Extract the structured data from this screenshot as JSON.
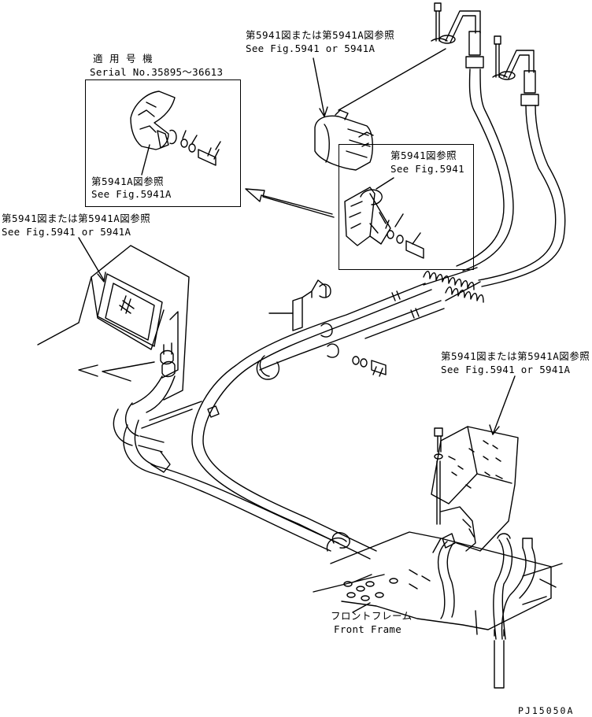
{
  "labels": {
    "top_ref_jp": "第5941図または第5941A図参照",
    "top_ref_en": "See Fig.5941 or 5941A",
    "serial_jp": "適 用 号 機",
    "serial_en": "Serial No.35895～36613",
    "inset_left_ref_jp": "第5941A図参照",
    "inset_left_ref_en": "See Fig.5941A",
    "inset_right_ref_jp": "第5941図参照",
    "inset_right_ref_en": "See Fig.5941",
    "left_ref_jp": "第5941図または第5941A図参照",
    "left_ref_en": "See Fig.5941 or 5941A",
    "right_ref_jp": "第5941図または第5941A図参照",
    "right_ref_en": "See Fig.5941 or 5941A",
    "frame_jp": "フロントフレーム",
    "frame_en": "Front Frame",
    "drawing_id": "PJ15050A"
  },
  "colors": {
    "line": "#000000",
    "background": "#ffffff"
  }
}
